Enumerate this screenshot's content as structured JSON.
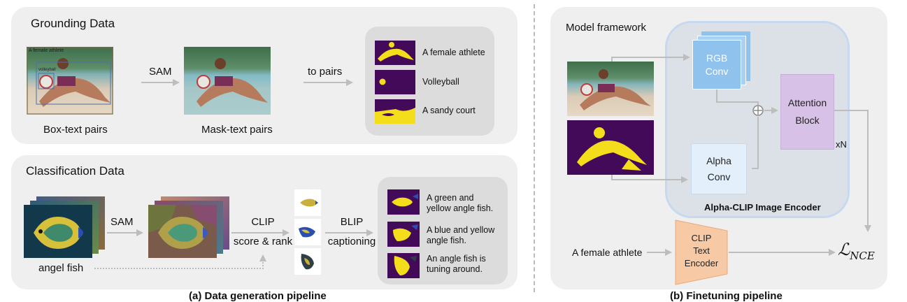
{
  "left_top": {
    "title": "Grounding Data",
    "photo_caption_box": "A female athlete",
    "photo_caption_ball": "volleyball",
    "sam_label": "SAM",
    "to_pairs_label": "to pairs",
    "box_text_caption": "Box-text pairs",
    "mask_text_caption": "Mask-text pairs",
    "pairs": [
      {
        "text": "A female athlete"
      },
      {
        "text": "Volleyball"
      },
      {
        "text": "A sandy court"
      }
    ]
  },
  "left_bottom": {
    "title": "Classification Data",
    "sam_label": "SAM",
    "clip_label_1": "CLIP",
    "clip_label_2": "score & rank",
    "blip_label_1": "BLIP",
    "blip_label_2": "captioning",
    "class_caption": "angel fish",
    "captions": [
      {
        "line1": "A green and",
        "line2": "yellow angle fish."
      },
      {
        "line1": "A blue and yellow",
        "line2": "angle fish."
      },
      {
        "line1": "An angle fish is",
        "line2": "tuning around."
      }
    ],
    "section_caption": "(a) Data generation pipeline"
  },
  "right": {
    "title": "Model framework",
    "rgb_conv": [
      "RGB",
      "Conv"
    ],
    "alpha_conv": [
      "Alpha",
      "Conv"
    ],
    "attention_block": [
      "Attention",
      "Block"
    ],
    "xn_label": "xN",
    "encoder_label": "Alpha-CLIP Image Encoder",
    "text_input": "A female athlete",
    "text_encoder": [
      "CLIP",
      "Text",
      "Encoder"
    ],
    "loss_main": "ℒ",
    "loss_sub": "NCE",
    "section_caption": "(b) Finetuning pipeline"
  },
  "colors": {
    "panel": "#efefef",
    "inner_panel": "#dcdcdc",
    "mask_purple": "#440a5a",
    "mask_yellow": "#f4dd1b",
    "rgb_conv": "#8fc3ee",
    "alpha_conv": "#e3f0fb",
    "attention": "#d8c1e6",
    "encoder_bg": "#dce1e8",
    "encoder_border": "#c6d9f0",
    "text_encoder": "#f8c9a5",
    "arrow": "#bdbdbd"
  }
}
